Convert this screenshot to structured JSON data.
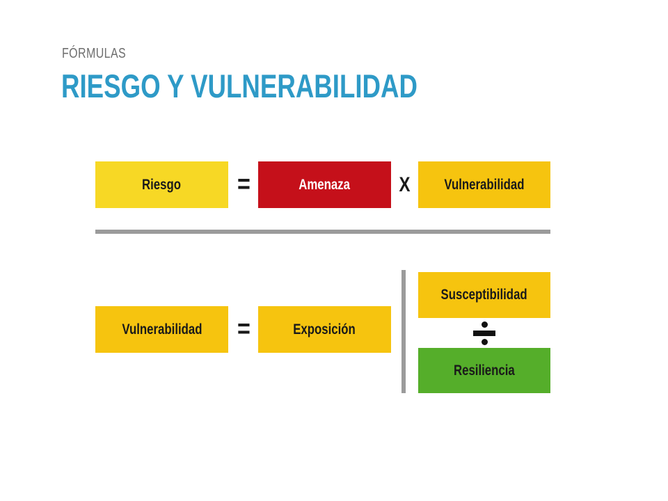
{
  "slide": {
    "background_color": "#ffffff",
    "eyebrow": "FÓRMULAS",
    "title": "RIESGO Y VULNERABILIDAD",
    "title_color": "#2e9ac7",
    "eyebrow_color": "#6e6e6e"
  },
  "palette": {
    "light_yellow": "#f7d825",
    "golden_yellow": "#f6c40f",
    "red": "#c5101a",
    "green": "#55ae2a",
    "gray_rule": "#9b9b9b",
    "text_dark": "#1a1a1a",
    "text_light": "#ffffff"
  },
  "formulas": [
    {
      "id": "formula-riesgo",
      "result": {
        "label": "Riesgo",
        "fill": "#f7d825",
        "text_color": "#1a1a1a"
      },
      "equals": "=",
      "terms": [
        {
          "label": "Amenaza",
          "fill": "#c5101a",
          "text_color": "#ffffff"
        },
        {
          "label": "Vulnerabilidad",
          "fill": "#f6c40f",
          "text_color": "#1a1a1a"
        }
      ],
      "operator": {
        "symbol": "X",
        "name": "multiplication-operator"
      }
    },
    {
      "id": "formula-vulnerabilidad",
      "result": {
        "label": "Vulnerabilidad",
        "fill": "#f6c40f",
        "text_color": "#1a1a1a"
      },
      "equals": "=",
      "terms": [
        {
          "label": "Exposición",
          "fill": "#f6c40f",
          "text_color": "#1a1a1a"
        }
      ],
      "fraction": {
        "numerator": {
          "label": "Susceptibilidad",
          "fill": "#f6c40f",
          "text_color": "#1a1a1a"
        },
        "operator": {
          "symbol": "÷",
          "name": "division-operator"
        },
        "denominator": {
          "label": "Resiliencia",
          "fill": "#55ae2a",
          "text_color": "#1a1a1a"
        }
      }
    }
  ],
  "rules": {
    "horizontal_divider": {
      "name": "horizontal-divider",
      "color": "#9b9b9b"
    },
    "vertical_divider": {
      "name": "vertical-divider",
      "color": "#9b9b9b"
    }
  }
}
